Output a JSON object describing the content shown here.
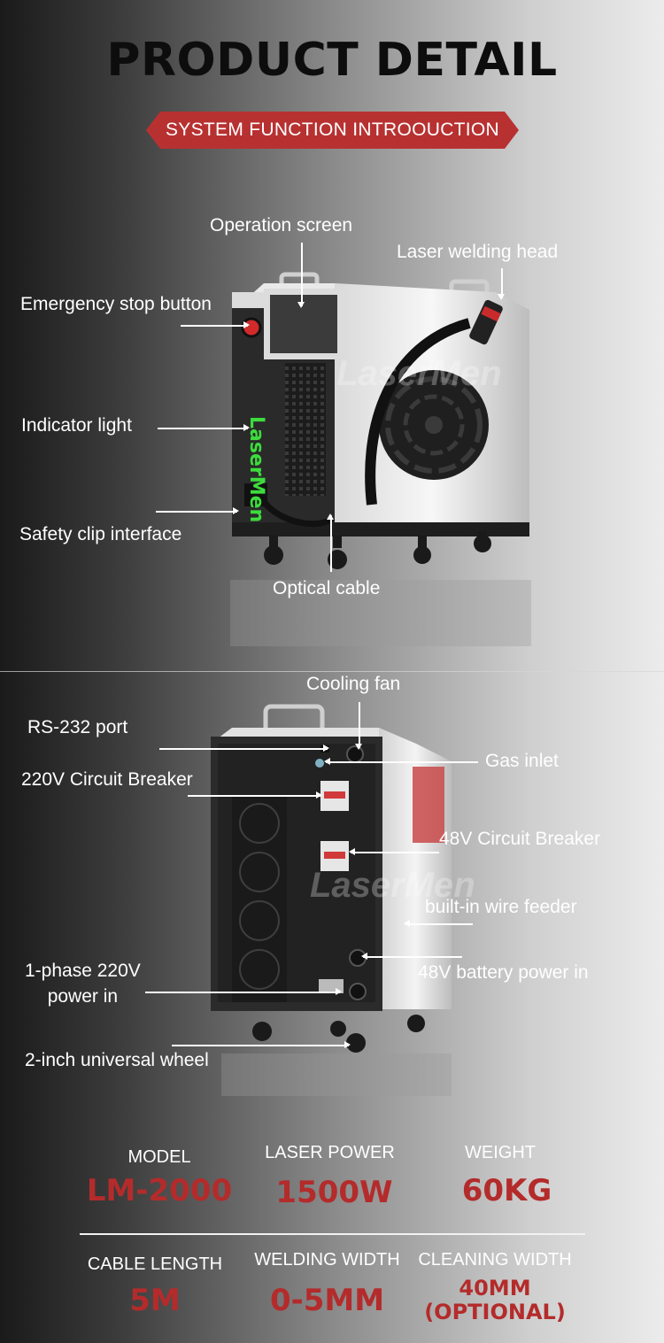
{
  "header": {
    "title": "PRODUCT DETAIL",
    "ribbon": "SYSTEM FUNCTION INTROOUCTION"
  },
  "colors": {
    "accent": "#b83131",
    "value_red": "#b42b2b",
    "laser_green": "#3ddc3d"
  },
  "front_view": {
    "brand_vertical": "LaserMen",
    "watermark": "LaserMen",
    "callouts": {
      "operation_screen": "Operation screen",
      "laser_welding_head": "Laser welding head",
      "emergency_stop": "Emergency stop button",
      "indicator_light": "Indicator light",
      "safety_clip": "Safety clip interface",
      "optical_cable": "Optical cable"
    }
  },
  "back_view": {
    "watermark": "LaserMen",
    "callouts": {
      "cooling_fan": "Cooling fan",
      "rs232": "RS-232 port",
      "gas_inlet": "Gas inlet",
      "breaker_220": "220V Circuit Breaker",
      "breaker_48": "48V Circuit Breaker",
      "wire_feeder": "built-in wire feeder",
      "phase_220_line1": "1-phase 220V",
      "phase_220_line2": "power in",
      "battery_48": "48V battery power in",
      "wheel": "2-inch universal wheel"
    }
  },
  "specs": [
    {
      "label": "MODEL",
      "value": "LM-2000"
    },
    {
      "label": "LASER POWER",
      "value": "1500W"
    },
    {
      "label": "WEIGHT",
      "value": "60KG"
    },
    {
      "label": "CABLE LENGTH",
      "value": "5M"
    },
    {
      "label": "WELDING WIDTH",
      "value": "0-5MM"
    },
    {
      "label": "CLEANING WIDTH",
      "value": "40MM",
      "value_line2": "(OPTIONAL)"
    }
  ]
}
